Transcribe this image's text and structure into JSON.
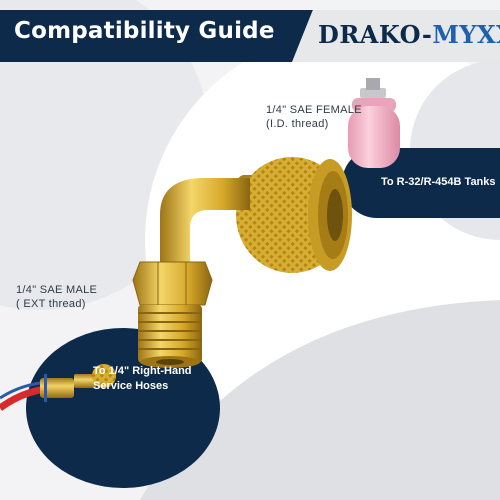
{
  "header": {
    "title": "Compatibility Guide",
    "brand_primary": "DRAKO-",
    "brand_accent": "MYXX"
  },
  "callouts": {
    "female_line1": "1/4\" SAE FEMALE",
    "female_line2": "(I.D. thread)",
    "male_line1": "1/4\" SAE MALE",
    "male_line2": "( EXT thread)",
    "tank": "To R-32/R-454B Tanks",
    "hose_line1": "To 1/4\" Right-Hand",
    "hose_line2": "Service Hoses"
  },
  "colors": {
    "navy": "#0d2a4a",
    "brass": "#d4a92a",
    "tank_pink": "#f3b5c8",
    "hose_red": "#d82a2a"
  }
}
